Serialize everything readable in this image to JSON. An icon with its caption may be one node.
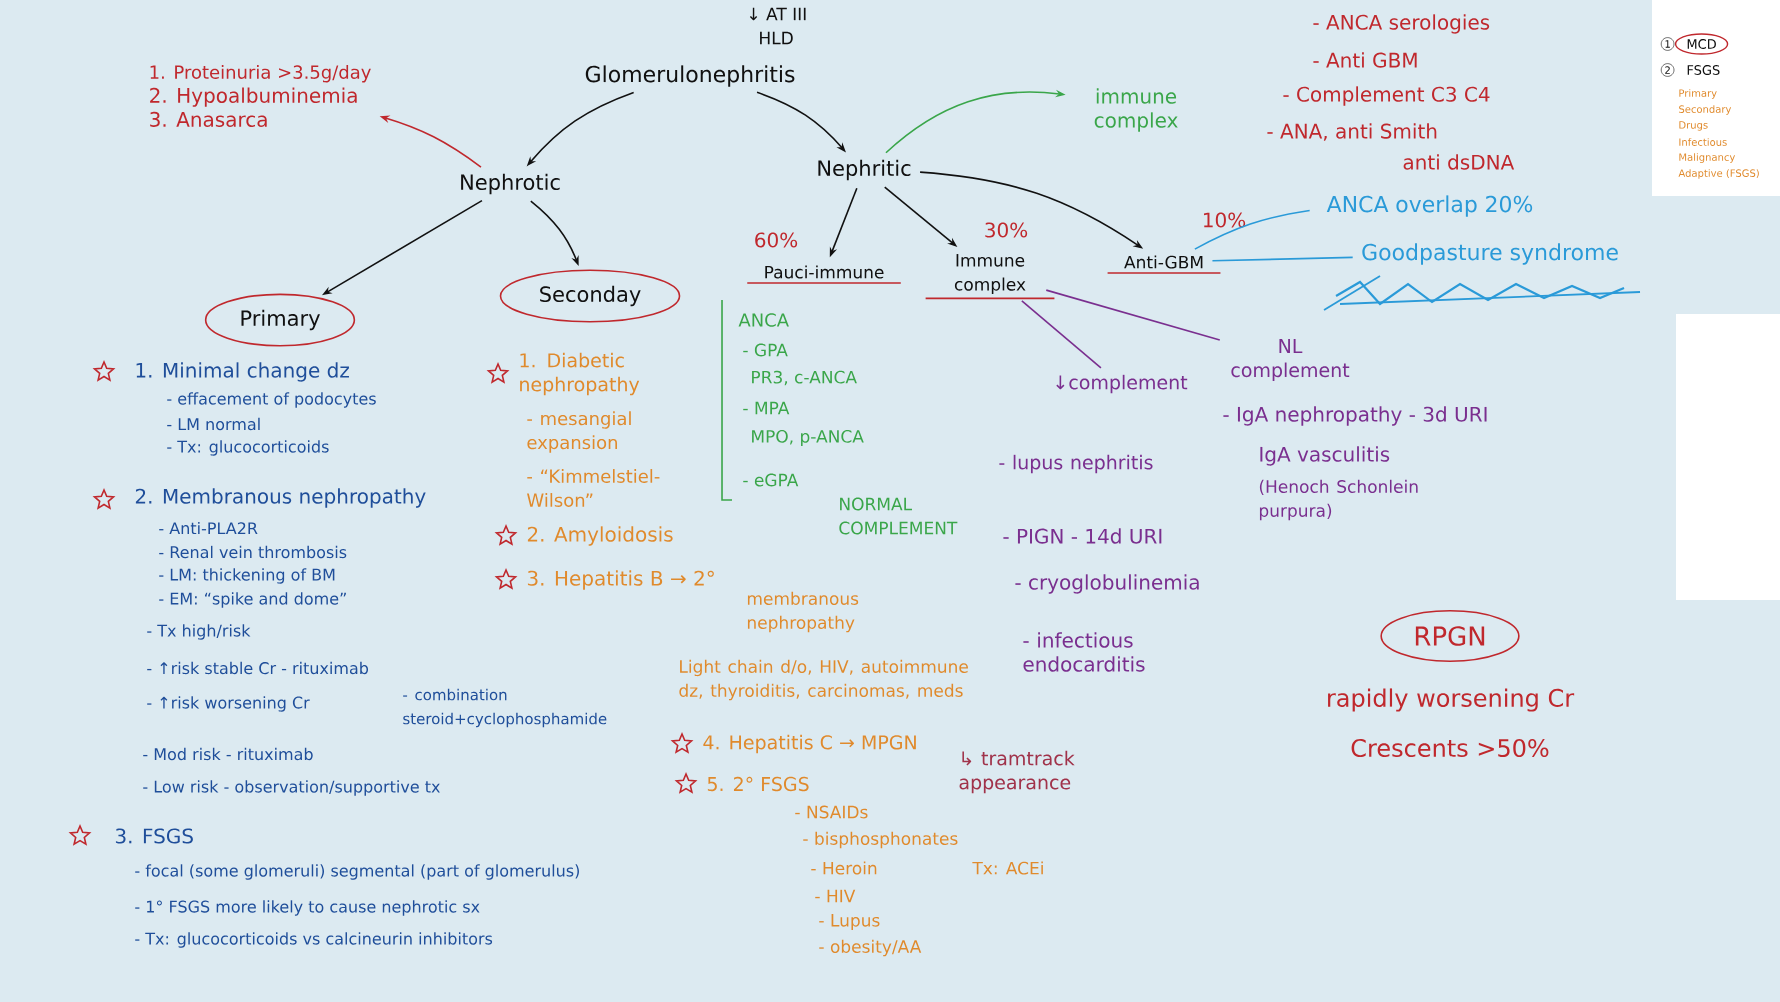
{
  "diagram": {
    "nodes": [
      {
        "text": [
          "Glomerulonephritis"
        ]
      },
      {
        "text": [
          "Nephrotic"
        ]
      },
      {
        "text": [
          "Nephritic"
        ]
      },
      {
        "text": [
          "Primary"
        ]
      },
      {
        "text": [
          "Seconday"
        ]
      },
      {
        "text": [
          "Pauci-immune"
        ],
        "beside": [
          "60%"
        ]
      },
      {
        "text": [
          "Immune complex"
        ],
        "beside": [
          "30%"
        ]
      },
      {
        "text": [
          "Anti-GBM"
        ],
        "beside": [
          "10%"
        ]
      },
      {
        "text": [
          "1. Proteinuria >3.5g/day",
          "2. Hypoalbuminemia",
          "3. Anasarca"
        ]
      },
      {
        "text": [
          "immune complex"
        ]
      },
      {
        "text": [
          "↓complement"
        ]
      },
      {
        "text": [
          "NL complement"
        ]
      },
      {
        "text": [
          "ANCA overlap 20%"
        ]
      },
      {
        "text": [
          "Goodpasture syndrome"
        ]
      },
      {
        "text": [
          "RPGN"
        ],
        "beside": [
          "rapidly worsening Cr",
          "Crescents >50%"
        ]
      }
    ],
    "edges": [
      {
        "from": 0,
        "to": 1,
        "arrow": "to"
      },
      {
        "from": 0,
        "to": 2,
        "arrow": "to"
      },
      {
        "from": 1,
        "to": 3,
        "arrow": "to"
      },
      {
        "from": 1,
        "to": 4,
        "arrow": "to"
      },
      {
        "from": 1,
        "to": 8,
        "arrow": "to",
        "color": "#c0282d"
      },
      {
        "from": 2,
        "to": 5,
        "arrow": "to"
      },
      {
        "from": 2,
        "to": 6,
        "arrow": "to"
      },
      {
        "from": 2,
        "to": 7,
        "arrow": "to"
      },
      {
        "from": 2,
        "to": 9,
        "arrow": "to",
        "color": "#3aa64a"
      },
      {
        "from": 6,
        "to": 10,
        "arrow": "none",
        "color": "#7a2f8f"
      },
      {
        "from": 6,
        "to": 11,
        "arrow": "none",
        "color": "#7a2f8f"
      },
      {
        "from": 7,
        "to": 12,
        "arrow": "none",
        "color": "#2a9ad8"
      },
      {
        "from": 7,
        "to": 13,
        "arrow": "none",
        "color": "#2a9ad8"
      }
    ],
    "labels": [
      "↓ AT III",
      "HLD",
      "- ANCA serologies",
      "- Anti GBM",
      "- Complement C3 C4",
      "- ANA, anti Smith",
      "anti dsDNA",
      "1. Minimal change dz",
      "- effacement of podocytes",
      "- LM normal",
      "- Tx: glucocorticoids",
      "2. Membranous nephropathy",
      "- Anti-PLA2R",
      "- Renal vein thrombosis",
      "- LM: thickening of BM",
      "- EM: “spike and dome”",
      "- Tx high/risk",
      "- ↑risk stable Cr - rituximab",
      "- ↑risk worsening Cr",
      "- combination steroid+cyclophosphamide",
      "- Mod risk - rituximab",
      "- Low risk - observation/supportive tx",
      "3. FSGS",
      "- focal (some glomeruli) segmental (part of glomerulus)",
      "- 1° FSGS more likely to cause nephrotic sx",
      "- Tx: glucocorticoids vs calcineurin inhibitors",
      "1. Diabetic nephropathy",
      "- mesangial expansion",
      "- “Kimmelstiel-Wilson”",
      "2. Amyloidosis",
      "3. Hepatitis B → 2°",
      "membranous nephropathy",
      "Light chain d/o, HIV, autoimmune dz, thyroiditis, carcinomas, meds",
      "4. Hepatitis C → MPGN",
      "5. 2° FSGS",
      "- NSAIDs",
      "- bisphosphonates",
      "- Heroin",
      "Tx: ACEi",
      "- HIV",
      "- Lupus",
      "- obesity/AA",
      "ANCA",
      "- GPA",
      "PR3, c-ANCA",
      "- MPA",
      "MPO, p-ANCA",
      "- eGPA",
      "NORMAL COMPLEMENT",
      "- lupus nephritis",
      "- PIGN - 14d URI",
      "- cryoglobulinemia",
      "- infectious endocarditis",
      "↳ tramtrack appearance",
      "- IgA nephropathy - 3d URI",
      "IgA vasculitis",
      "(Henoch Schonlein purpura)",
      "1",
      "MCD",
      "2",
      "FSGS",
      "Primary",
      "Secondary",
      "Drugs",
      "Infectious",
      "Malignancy",
      "Adaptive (FSGS)"
    ]
  }
}
